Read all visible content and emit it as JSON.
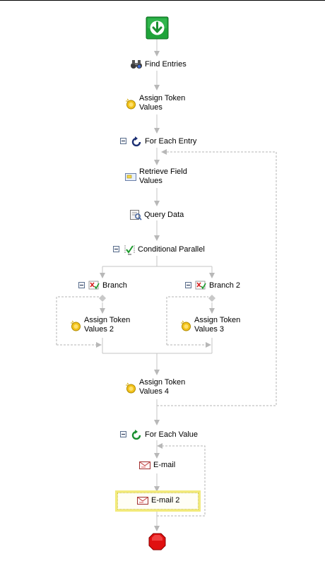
{
  "workflow": {
    "start": {
      "icon": "start-arrow-icon",
      "color": "#1fa33a"
    },
    "end": {
      "icon": "stop-icon",
      "color": "#e01010"
    },
    "selected_accent": "#f2ea7a",
    "nodes": {
      "find_entries": {
        "label": "Find Entries",
        "icon": "binoculars-icon"
      },
      "assign_token_values": {
        "line1": "Assign Token",
        "line2": "Values",
        "icon": "token-icon"
      },
      "for_each_entry": {
        "label": "For Each Entry",
        "icon": "loop-icon"
      },
      "retrieve_field_values": {
        "line1": "Retrieve Field",
        "line2": "Values",
        "icon": "field-icon"
      },
      "query_data": {
        "label": "Query Data",
        "icon": "query-icon"
      },
      "conditional_parallel": {
        "label": "Conditional Parallel",
        "icon": "conditional-icon"
      },
      "branch": {
        "label": "Branch",
        "icon": "branch-icon"
      },
      "branch_2": {
        "label": "Branch 2",
        "icon": "branch-icon"
      },
      "assign_token_values_2": {
        "line1": "Assign Token",
        "line2": "Values 2",
        "icon": "token-icon"
      },
      "assign_token_values_3": {
        "line1": "Assign Token",
        "line2": "Values 3",
        "icon": "token-icon"
      },
      "assign_token_values_4": {
        "line1": "Assign Token",
        "line2": "Values 4",
        "icon": "token-icon"
      },
      "for_each_value": {
        "label": "For Each Value",
        "icon": "loop-icon"
      },
      "email": {
        "label": "E-mail",
        "icon": "email-icon"
      },
      "email_2": {
        "label": "E-mail 2",
        "icon": "email-icon"
      }
    }
  }
}
